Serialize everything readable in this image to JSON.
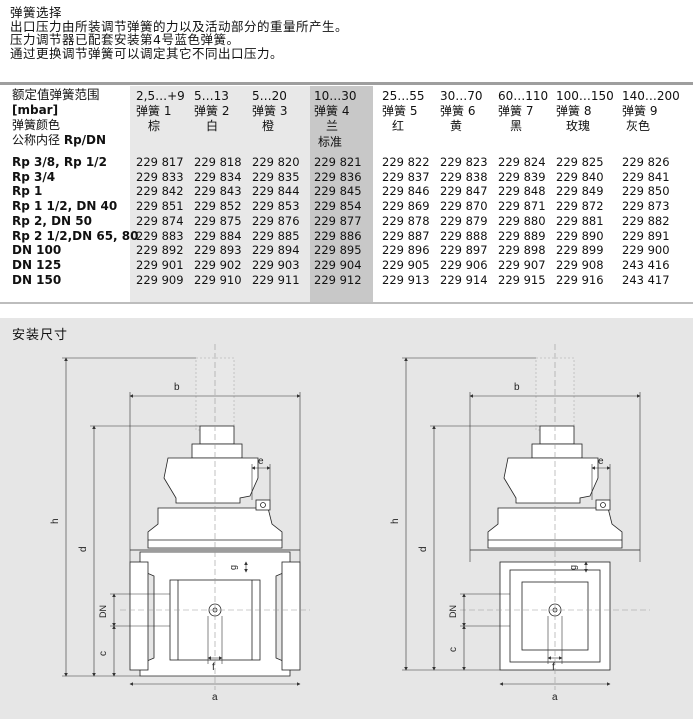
{
  "intro": {
    "lines": [
      "弹簧选择",
      "出口压力由所装调节弹簧的力以及活动部分的重量所产生。",
      "压力调节器已配套安装第4号蓝色弹簧。",
      "通过更换调节弹簧可以调定其它不同出口压力。"
    ]
  },
  "table": {
    "header_labels": [
      "额定值弹簧范围",
      "[mbar]",
      "弹簧颜色"
    ],
    "row_header_label_prefix": "公称内径",
    "row_header_label_suffix": "Rp/DN",
    "springs": [
      {
        "range": "2,5…+9",
        "name": "弹簧 1",
        "color": "棕"
      },
      {
        "range": "5…13",
        "name": "弹簧 2",
        "color": "白"
      },
      {
        "range": "5…20",
        "name": "弹簧 3",
        "color": "橙"
      },
      {
        "range": "10…30",
        "name": "弹簧 4",
        "color": "兰",
        "note": "标准"
      },
      {
        "range": "25…55",
        "name": "弹簧 5",
        "color": "红"
      },
      {
        "range": "30…70",
        "name": "弹簧 6",
        "color": "黄"
      },
      {
        "range": "60…110",
        "name": "弹簧 7",
        "color": "黑"
      },
      {
        "range": "100…150",
        "name": "弹簧 8",
        "color": "玫瑰"
      },
      {
        "range": "140…200",
        "name": "弹簧 9",
        "color": "灰色"
      }
    ],
    "rows": [
      {
        "size": "Rp 3/8, Rp 1/2",
        "values": [
          "229 817",
          "229 818",
          "229 820",
          "229 821",
          "229 822",
          "229 823",
          "229 824",
          "229 825",
          "229 826"
        ]
      },
      {
        "size": "Rp 3/4",
        "values": [
          "229 833",
          "229 834",
          "229 835",
          "229 836",
          "229 837",
          "229 838",
          "229 839",
          "229 840",
          "229 841"
        ]
      },
      {
        "size": "Rp 1",
        "values": [
          "229 842",
          "229 843",
          "229 844",
          "229 845",
          "229 846",
          "229 847",
          "229 848",
          "229 849",
          "229 850"
        ]
      },
      {
        "size": "Rp 1 1/2, DN 40",
        "values": [
          "229 851",
          "229 852",
          "229 853",
          "229 854",
          "229 869",
          "229 870",
          "229 871",
          "229 872",
          "229 873"
        ]
      },
      {
        "size": "Rp 2, DN 50",
        "values": [
          "229 874",
          "229 875",
          "229 876",
          "229 877",
          "229 878",
          "229 879",
          "229 880",
          "229 881",
          "229 882"
        ]
      },
      {
        "size": "Rp 2 1/2,DN 65, 80",
        "values": [
          "229 883",
          "229 884",
          "229 885",
          "229 886",
          "229 887",
          "229 888",
          "229 889",
          "229 890",
          "229 891"
        ]
      },
      {
        "size": "DN 100",
        "values": [
          "229 892",
          "229 893",
          "229 894",
          "229 895",
          "229 896",
          "229 897",
          "229 898",
          "229 899",
          "229 900"
        ]
      },
      {
        "size": "DN 125",
        "values": [
          "229 901",
          "229 902",
          "229 903",
          "229 904",
          "229 905",
          "229 906",
          "229 907",
          "229 908",
          "243 416"
        ]
      },
      {
        "size": "DN 150",
        "values": [
          "229 909",
          "229 910",
          "229 911",
          "229 912",
          "229 913",
          "229 914",
          "229 915",
          "229 916",
          "243 417"
        ]
      }
    ]
  },
  "diagram": {
    "title": "安装尺寸",
    "dims": {
      "a": "a",
      "b": "b",
      "c": "c",
      "d": "d",
      "e": "e",
      "f": "f",
      "g": "g",
      "h": "h",
      "DN": "DN"
    }
  }
}
